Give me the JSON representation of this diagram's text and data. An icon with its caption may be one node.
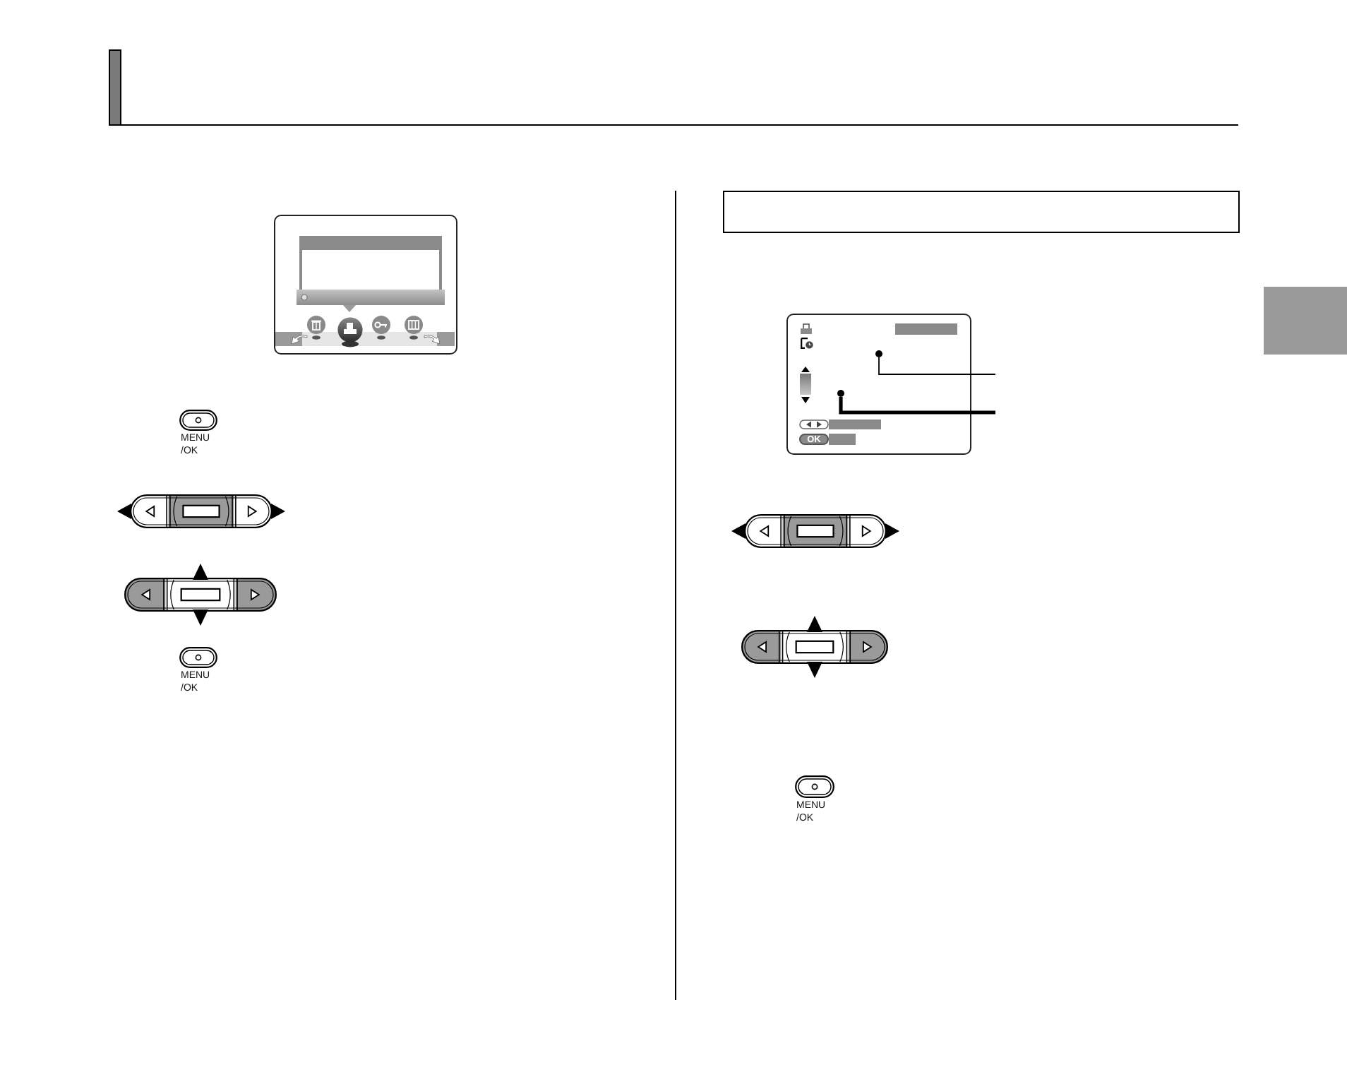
{
  "diagram": {
    "nodes": [
      {
        "text": [],
        "shape": "box"
      },
      {
        "text": [],
        "shape": "picture"
      },
      {
        "text": [],
        "shape": "circle",
        "in": 1
      },
      {
        "text": [],
        "shape": "circle",
        "in": 1
      }
    ],
    "edges": [
      {
        "from": null,
        "to": 2,
        "arrow": "none"
      },
      {
        "from": null,
        "to": 3,
        "arrow": "none",
        "style": "thick"
      }
    ],
    "labels": [
      "MENU /OK",
      "MENU /OK",
      "OK",
      "MENU /OK"
    ]
  }
}
